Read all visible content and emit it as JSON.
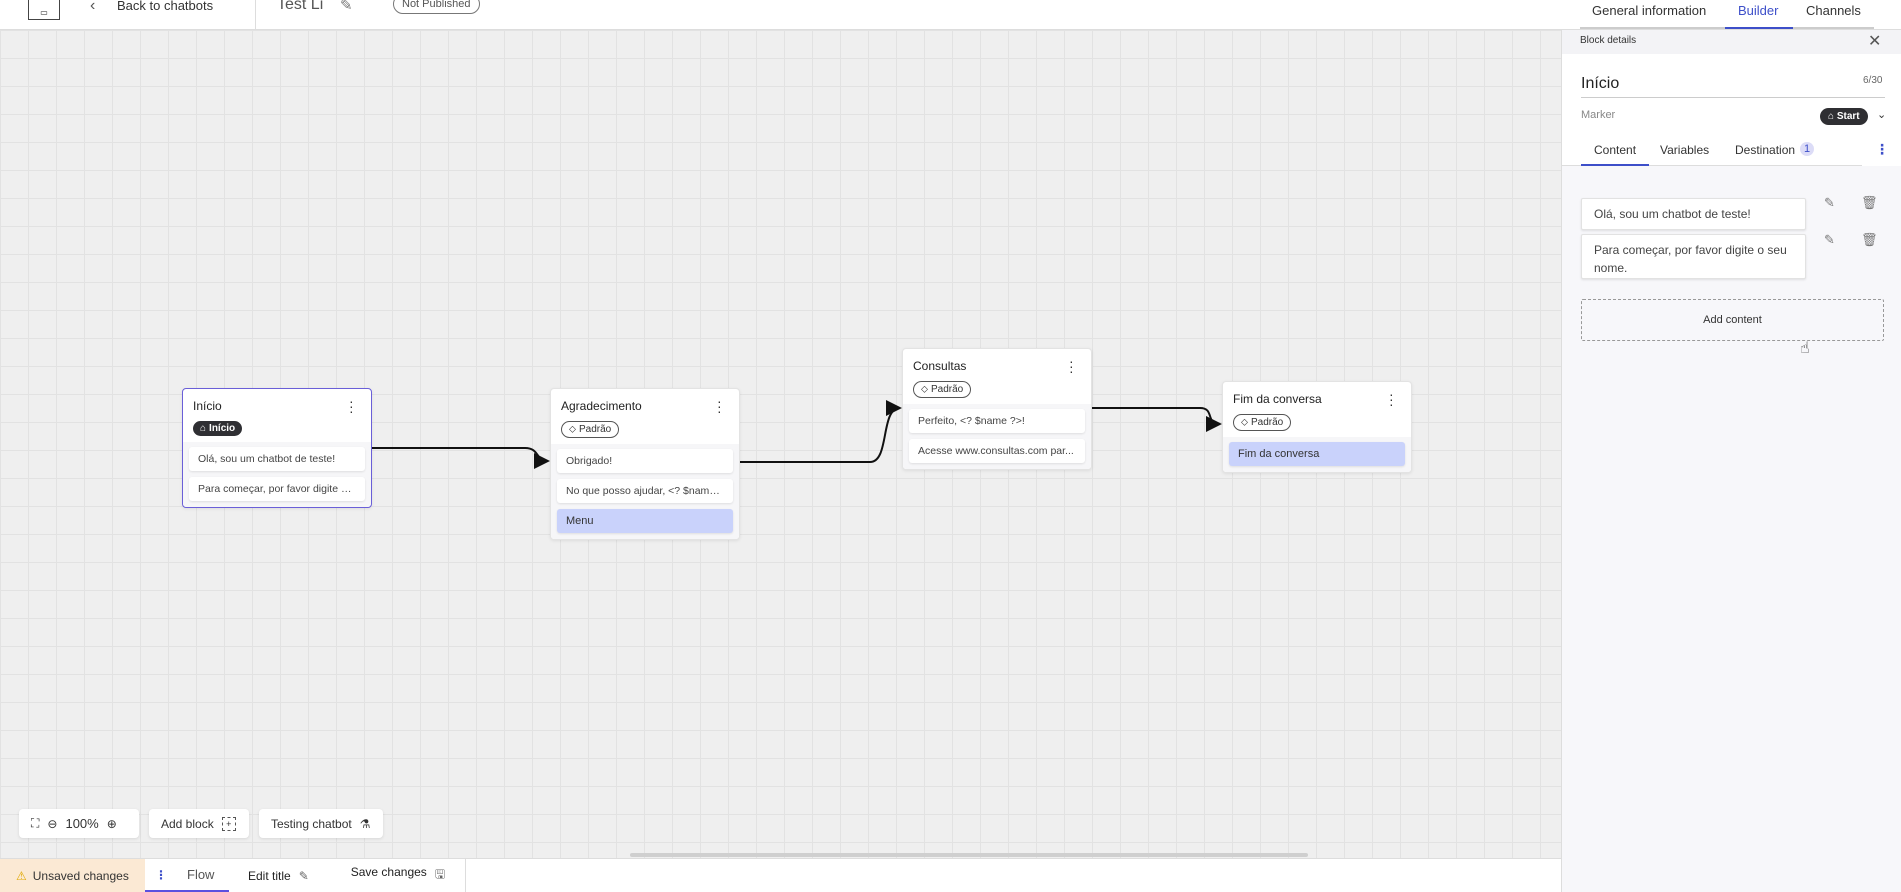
{
  "topbar": {
    "back_label": "Back to chatbots",
    "chatbot_title": "Test Li",
    "status_badge": "Not Published",
    "tabs": [
      {
        "label": "General information"
      },
      {
        "label": "Builder",
        "active": true
      },
      {
        "label": "Channels"
      }
    ]
  },
  "canvas": {
    "nodes": [
      {
        "title": "Início",
        "marker": "Início",
        "marker_style": "dark",
        "items": [
          "Olá, sou um chatbot de teste!",
          "Para começar, por favor digite o ..."
        ],
        "selected": true
      },
      {
        "title": "Agradecimento",
        "marker": "Padrão",
        "items": [
          "Obrigado!",
          "No que posso ajudar, <? $name ..."
        ],
        "menu": "Menu"
      },
      {
        "title": "Consultas",
        "marker": "Padrão",
        "items": [
          "Perfeito, <? $name ?>!",
          "Acesse www.consultas.com par..."
        ]
      },
      {
        "title": "Fim da conversa",
        "marker": "Padrão",
        "menu": "Fim da conversa"
      }
    ],
    "toolbar": {
      "zoom": "100%",
      "add_block": "Add block",
      "testing": "Testing chatbot"
    }
  },
  "bottombar": {
    "unsaved": "Unsaved changes",
    "flow_tab": "Flow",
    "edit_title": "Edit title",
    "save": "Save changes"
  },
  "panel": {
    "header": "Block details",
    "block_name": "Início",
    "char_count": "6/30",
    "marker_label": "Marker",
    "marker_value": "Start",
    "tabs": [
      {
        "label": "Content",
        "active": true
      },
      {
        "label": "Variables"
      },
      {
        "label": "Destination",
        "count": "1"
      }
    ],
    "contents": [
      "Olá, sou um chatbot de teste!",
      "Para começar, por favor digite o seu nome."
    ],
    "add_content": "Add content"
  },
  "colors": {
    "accent": "#3d4fc9",
    "selection": "#6a5fd8",
    "menu_item": "#c9d2fb",
    "warning_bg": "#fbe9d4"
  }
}
